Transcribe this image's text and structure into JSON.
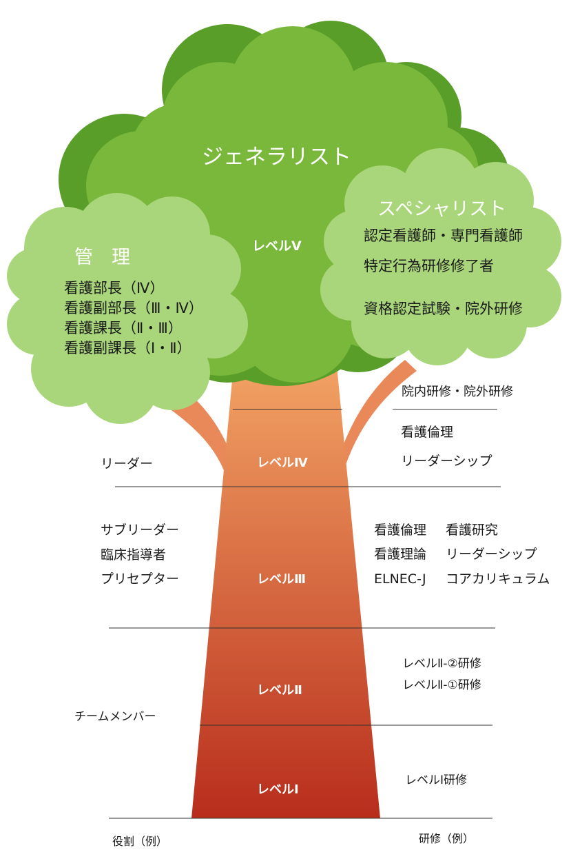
{
  "colors": {
    "crown_dark": "#5a9e2a",
    "crown_mid": "#7ab83b",
    "crown_light": "#a9d67a",
    "trunk_top": "#f3a465",
    "trunk_bottom": "#b82d1c",
    "branch": "#e9895a",
    "line": "#333333"
  },
  "crown": {
    "generalist": "ジェネラリスト",
    "level5": "レベルⅤ"
  },
  "management": {
    "title": "管　理",
    "items": [
      "看護部長（Ⅳ）",
      "看護副部長（Ⅲ・Ⅳ）",
      "看護課長（Ⅱ・Ⅲ）",
      "看護副課長（Ⅰ・Ⅱ）"
    ]
  },
  "specialist": {
    "title": "スペシャリスト",
    "item1": "認定看護師・専門看護師",
    "item2": "特定行為研修修了者",
    "item3": "資格認定試験・院外研修"
  },
  "levels": {
    "l4": "レベルⅣ",
    "l3": "レベルⅢ",
    "l2": "レベルⅡ",
    "l1": "レベルⅠ"
  },
  "roles": {
    "leader": "リーダー",
    "subleader": "サブリーダー",
    "clinical": "臨床指導者",
    "preceptor": "プリセプター",
    "member": "チームメンバー"
  },
  "training": {
    "inout": "院内研修・院外研修",
    "l4_a": "看護倫理",
    "l4_b": "リーダーシップ",
    "l3_a1": "看護倫理",
    "l3_a2": "看護研究",
    "l3_b1": "看護理論",
    "l3_b2": "リーダーシップ",
    "l3_c1": "ELNEC-J",
    "l3_c2": "コアカリキュラム",
    "l2_2": "レベルⅡ-②研修",
    "l2_1": "レベルⅡ-①研修",
    "l1": "レベルⅠ研修"
  },
  "footer": {
    "role": "役割（例）",
    "training": "研修（例）"
  }
}
